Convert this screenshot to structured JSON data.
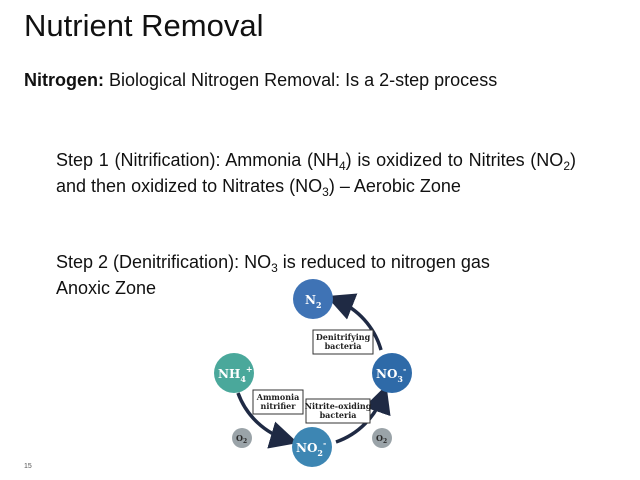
{
  "slide": {
    "title": "Nutrient Removal",
    "page_number": "15"
  },
  "intro": {
    "lead": "Nitrogen:",
    "text": "Biological Nitrogen Removal: Is a 2-step process"
  },
  "step1": {
    "part1": "Step 1 (Nitrification): Ammonia (NH",
    "sub1": "4",
    "part2": ") is oxidized to Nitrites (NO",
    "sub2": "2",
    "part3": ") and then oxidized to Nitrates (NO",
    "sub3": "3",
    "part4": ") – Aerobic Zone"
  },
  "step2": {
    "part1": "Step 2 (Denitrification): NO",
    "sub1": "3",
    "part2": " is reduced to nitrogen gas",
    "line2": "Anoxic Zone"
  },
  "diagram": {
    "colors": {
      "n2": "#3f73b5",
      "no3": "#2e6aa8",
      "nh4": "#4aa89b",
      "no2": "#3d86b3",
      "o2": "#9aa3a8",
      "arrow": "#1f2a44"
    },
    "nodes": {
      "n2": {
        "base": "N",
        "sub": "2"
      },
      "no3": {
        "base": "NO",
        "sub": "3",
        "sup": "-"
      },
      "nh4": {
        "base": "NH",
        "sub": "4",
        "sup": "+"
      },
      "no2": {
        "base": "NO",
        "sub": "2",
        "sup": "-"
      }
    },
    "o2": {
      "base": "O",
      "sub": "2"
    },
    "boxes": {
      "denitrifying": {
        "line1": "Denitrifying",
        "line2": "bacteria"
      },
      "ammonia": {
        "line1": "Ammonia",
        "line2": "nitrifier"
      },
      "nitrite": {
        "line1": "Nitrite-oxiding",
        "line2": "bacteria"
      }
    }
  }
}
